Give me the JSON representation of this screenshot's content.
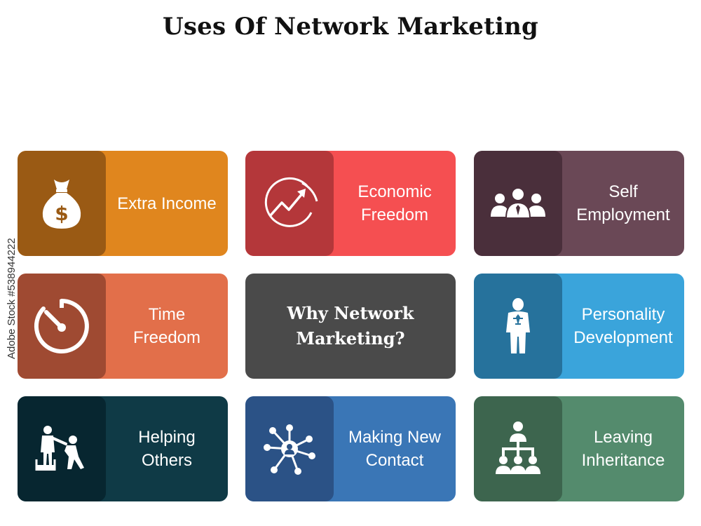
{
  "title": "Uses Of Network Marketing",
  "center": {
    "label": "Why Network\nMarketing?",
    "color": "#4a4a4a"
  },
  "cards": [
    {
      "label": "Extra Income",
      "icon": "money-bag-icon",
      "main_color": "#e0861e",
      "icon_bg": "#9a5a14"
    },
    {
      "label": "Economic\nFreedom",
      "icon": "growth-arrow-icon",
      "main_color": "#f54f51",
      "icon_bg": "#b4373a"
    },
    {
      "label": "Self\nEmployment",
      "icon": "team-icon",
      "main_color": "#6a4856",
      "icon_bg": "#4a2f3b"
    },
    {
      "label": "Time\nFreedom",
      "icon": "timer-icon",
      "main_color": "#e26f4a",
      "icon_bg": "#9f4a32"
    },
    {
      "label": "Personality\nDevelopment",
      "icon": "person-icon",
      "main_color": "#3aa4db",
      "icon_bg": "#26729c"
    },
    {
      "label": "Helping\nOthers",
      "icon": "helping-hand-icon",
      "main_color": "#0f3a46",
      "icon_bg": "#072630"
    },
    {
      "label": "Making New\nContact",
      "icon": "network-icon",
      "main_color": "#3a76b6",
      "icon_bg": "#2b5286"
    },
    {
      "label": "Leaving\nInheritance",
      "icon": "hierarchy-icon",
      "main_color": "#548b6d",
      "icon_bg": "#3d654e"
    }
  ],
  "stamp": {
    "brand": "Adobe Stock",
    "id": "#538944222"
  }
}
